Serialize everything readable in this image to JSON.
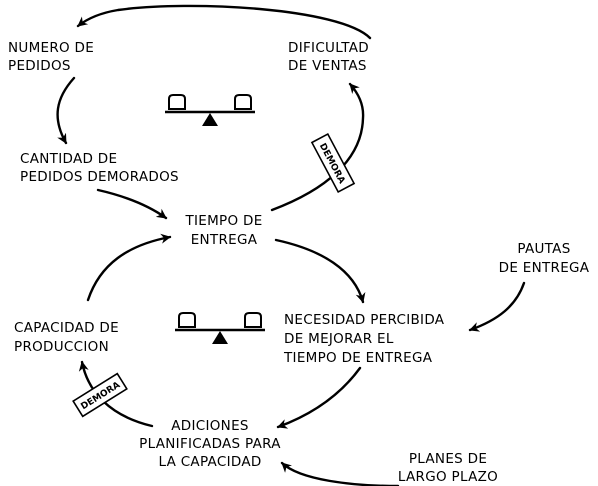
{
  "nodes": {
    "numero_pedidos": [
      "NUMERO DE",
      "PEDIDOS"
    ],
    "dificultad_ventas": [
      "DIFICULTAD",
      "DE VENTAS"
    ],
    "pedidos_demorados": [
      "CANTIDAD DE",
      "PEDIDOS DEMORADOS"
    ],
    "tiempo_entrega": [
      "TIEMPO DE",
      "ENTREGA"
    ],
    "pautas_entrega": [
      "PAUTAS",
      "DE ENTREGA"
    ],
    "capacidad_produccion": [
      "CAPACIDAD DE",
      "PRODUCCION"
    ],
    "necesidad_percibida": [
      "NECESIDAD PERCIBIDA",
      "DE MEJORAR EL",
      "TIEMPO DE ENTREGA"
    ],
    "adiciones_planificadas": [
      "ADICIONES",
      "PLANIFICADAS PARA",
      "LA CAPACIDAD"
    ],
    "planes_largo_plazo": [
      "PLANES DE",
      "LARGO PLAZO"
    ]
  },
  "delays": {
    "upper": "DEMORA",
    "lower": "DEMORA"
  },
  "icons": {
    "upper_loop": "balance-scale-icon",
    "lower_loop": "balance-scale-icon"
  }
}
